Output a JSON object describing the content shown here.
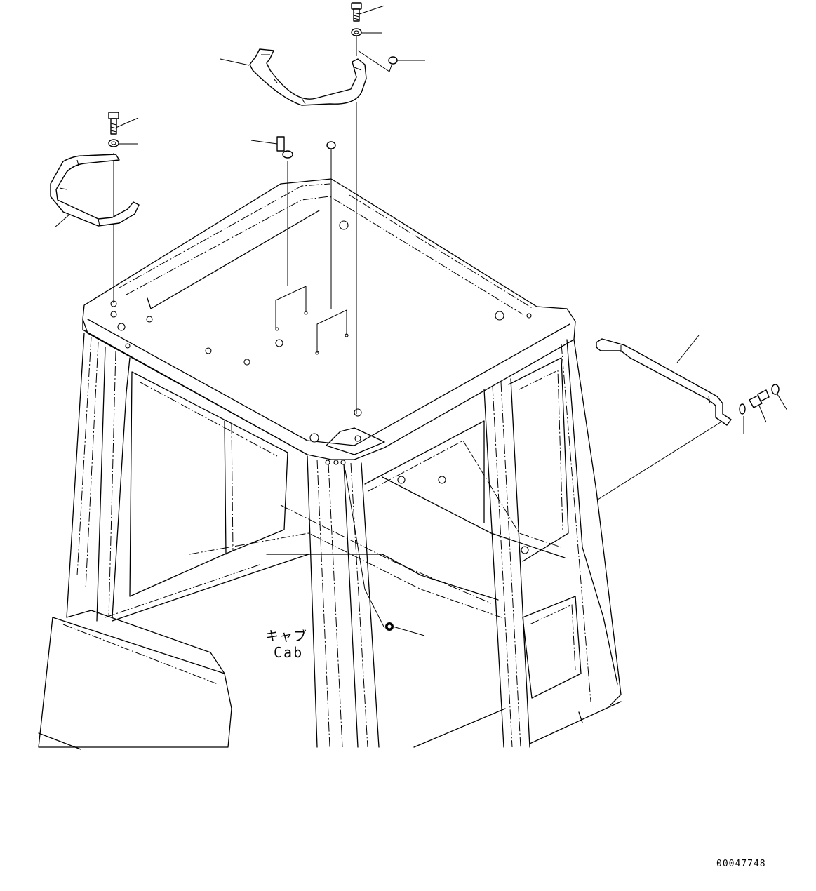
{
  "drawing": {
    "assembly_label_jp": "キャブ",
    "assembly_label_en": "Cab",
    "drawing_number": "00047748"
  },
  "parts": [
    {
      "icon": "handrail-top-icon"
    },
    {
      "icon": "handrail-left-icon"
    },
    {
      "icon": "handrail-right-icon"
    },
    {
      "icon": "bolt-icon"
    },
    {
      "icon": "washer-icon"
    },
    {
      "icon": "cap-icon"
    },
    {
      "icon": "plug-icon"
    }
  ]
}
